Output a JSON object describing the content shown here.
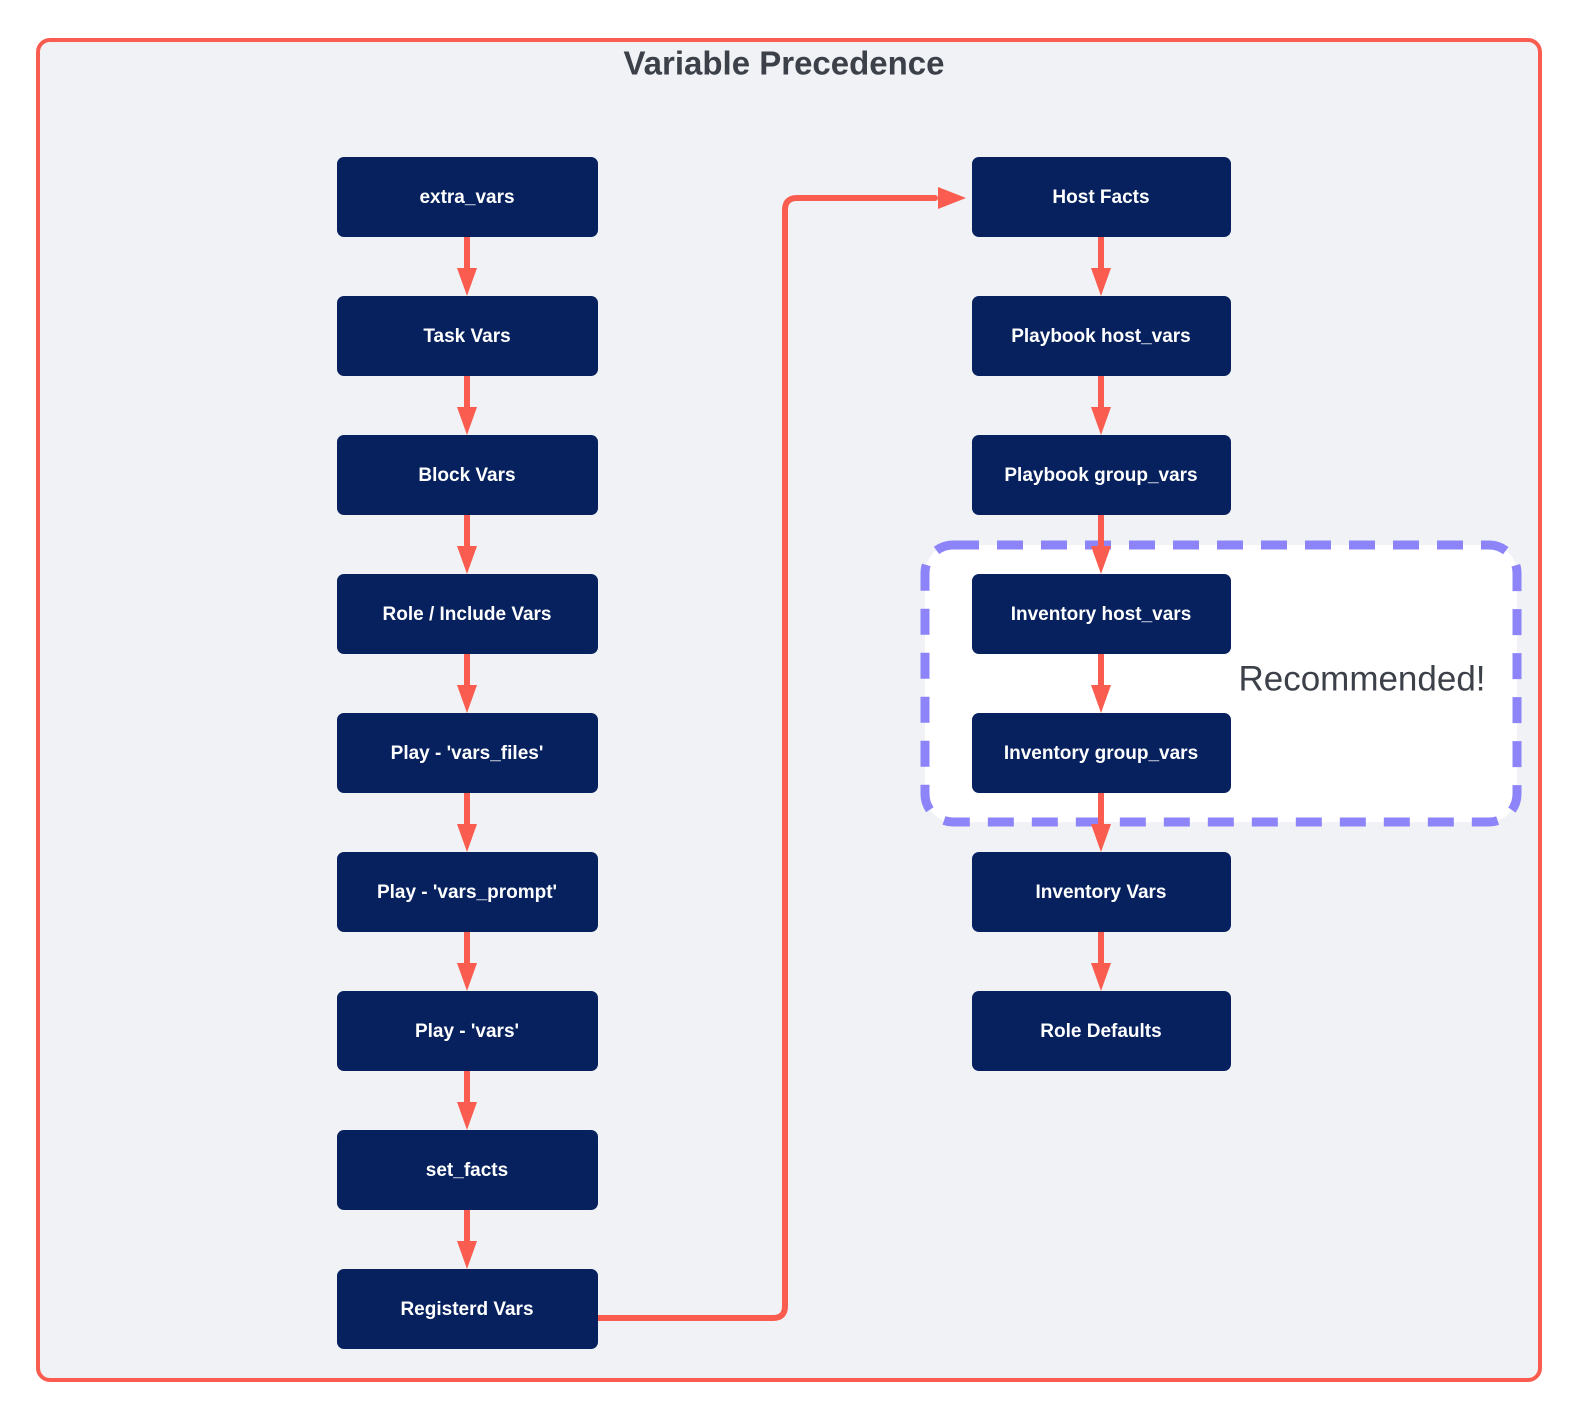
{
  "diagram": {
    "title": "Variable Precedence",
    "colors": {
      "frame_border": "#fa5c4f",
      "frame_background": "#f0f2f5",
      "node_fill": "#06215e",
      "node_text": "#ffffff",
      "arrow": "#fa5c4f",
      "cluster_border": "#8c84f8",
      "cluster_fill": "#ffffff",
      "title_text": "#3c4049"
    },
    "left_column": {
      "nodes": [
        {
          "id": "extra_vars",
          "label": "extra_vars"
        },
        {
          "id": "task_vars",
          "label": "Task Vars"
        },
        {
          "id": "block_vars",
          "label": "Block Vars"
        },
        {
          "id": "role_include_vars",
          "label": "Role / Include Vars"
        },
        {
          "id": "play_vars_files",
          "label": "Play - 'vars_files'"
        },
        {
          "id": "play_vars_prompt",
          "label": "Play - 'vars_prompt'"
        },
        {
          "id": "play_vars",
          "label": "Play - 'vars'"
        },
        {
          "id": "set_facts",
          "label": "set_facts"
        },
        {
          "id": "registerd_vars",
          "label": "Registerd Vars"
        }
      ]
    },
    "right_column": {
      "nodes": [
        {
          "id": "host_facts",
          "label": "Host Facts"
        },
        {
          "id": "playbook_host_vars",
          "label": "Playbook host_vars"
        },
        {
          "id": "playbook_group_vars",
          "label": "Playbook group_vars"
        },
        {
          "id": "inventory_host_vars",
          "label": "Inventory host_vars"
        },
        {
          "id": "inventory_group_vars",
          "label": "Inventory group_vars"
        },
        {
          "id": "inventory_vars",
          "label": "Inventory Vars"
        },
        {
          "id": "role_defaults",
          "label": "Role Defaults"
        }
      ]
    },
    "cluster": {
      "label": "Recommended!",
      "contains": [
        "Inventory host_vars",
        "Inventory group_vars"
      ]
    },
    "edges": [
      {
        "from": "extra_vars",
        "to": "Task Vars"
      },
      {
        "from": "Task Vars",
        "to": "Block Vars"
      },
      {
        "from": "Block Vars",
        "to": "Role / Include Vars"
      },
      {
        "from": "Role / Include Vars",
        "to": "Play - 'vars_files'"
      },
      {
        "from": "Play - 'vars_files'",
        "to": "Play - 'vars_prompt'"
      },
      {
        "from": "Play - 'vars_prompt'",
        "to": "Play - 'vars'"
      },
      {
        "from": "Play - 'vars'",
        "to": "set_facts"
      },
      {
        "from": "set_facts",
        "to": "Registerd Vars"
      },
      {
        "from": "Registerd Vars",
        "to": "Host Facts"
      },
      {
        "from": "Host Facts",
        "to": "Playbook host_vars"
      },
      {
        "from": "Playbook host_vars",
        "to": "Playbook group_vars"
      },
      {
        "from": "Playbook group_vars",
        "to": "Inventory host_vars"
      },
      {
        "from": "Inventory host_vars",
        "to": "Inventory group_vars"
      },
      {
        "from": "Inventory group_vars",
        "to": "Inventory Vars"
      },
      {
        "from": "Inventory Vars",
        "to": "Role Defaults"
      }
    ]
  }
}
